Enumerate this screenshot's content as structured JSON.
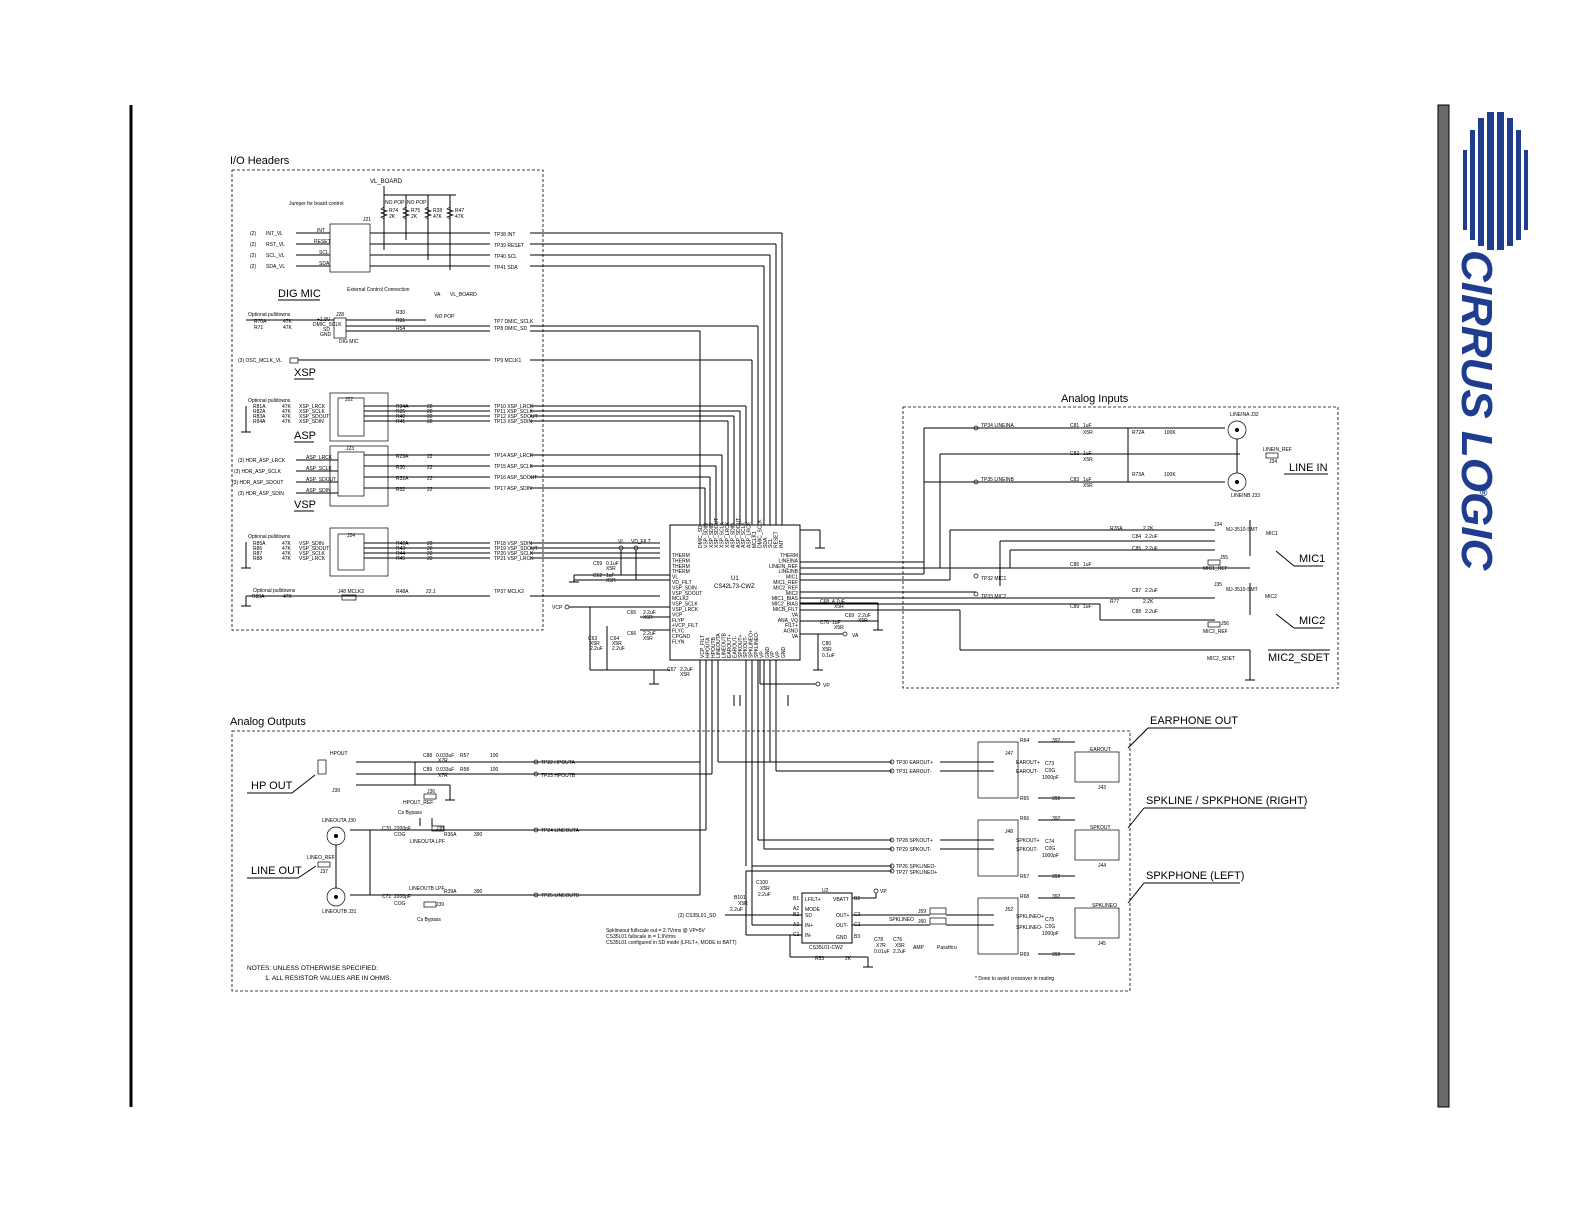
{
  "logo": {
    "text": "CIRRUS LOGIC",
    "mark": "®"
  },
  "sections": {
    "io_headers": "I/O Headers",
    "analog_inputs": "Analog Inputs",
    "analog_outputs": "Analog Outputs"
  },
  "io_headers": {
    "vl_board": "VL_BOARD",
    "jumper_note": "Jumper for board control",
    "ext_control": "External Control Connection",
    "no_pop_a": "NO POP",
    "no_pop_b": "NO POP",
    "r74": "R74",
    "r74v": "2K",
    "r75": "R75",
    "r75v": "2K",
    "r28": "R28",
    "r28v": "47K",
    "r47": "R47",
    "r47v": "47K",
    "j21": "J21",
    "ctrl_nets": [
      "INT_VL",
      "RST_VL",
      "SCL_VL",
      "SDA_VL"
    ],
    "ctrl_pins": [
      "INT",
      "RESET",
      "SCL",
      "SDA"
    ],
    "ctrl_tps": [
      "TP38 INT",
      "TP39 RESET",
      "TP40 SCL",
      "TP41 SDA"
    ],
    "dig_mic": "DIG MIC",
    "dig_mic_conn": "DIG MIC",
    "j28": "J28",
    "va": "VA",
    "vl_board2": "VL_BOARD",
    "no_pop_dm": "NO POP",
    "dm_pins": [
      "+1.8V",
      "DMIC_SCLK",
      "SD",
      "GND"
    ],
    "dm_res": [
      "R30",
      "R31",
      "R54"
    ],
    "optional_pulldowns": "Optional pulldowns",
    "dm_pd": [
      [
        "R70A",
        "47K"
      ],
      [
        "R71",
        "47K"
      ]
    ],
    "dm_tps": [
      "TP7 DMIC_SCLK",
      "TP8 DMIC_SD"
    ],
    "osc": "(3) OSC_MCLK_VL",
    "tp_mclk": "TP9 MCLK1",
    "xsp": "XSP",
    "j22": "J22",
    "xsp_pd": [
      [
        "R81A",
        "47K",
        "XSP_LRCK"
      ],
      [
        "R82A",
        "47K",
        "XSP_SCLK"
      ],
      [
        "R83A",
        "47K",
        "XSP_SDOUT"
      ],
      [
        "R84A",
        "47K",
        "XSP_SDIN"
      ]
    ],
    "xsp_res": [
      [
        "R34A",
        "22"
      ],
      [
        "R35",
        "22"
      ],
      [
        "R40",
        "22"
      ],
      [
        "R41",
        "22"
      ]
    ],
    "xsp_tps": [
      "TP10 XSP_LRCK",
      "TP11 XSP_SCLK",
      "TP12 XSP_SDOUT",
      "TP13 XSP_SDIN"
    ],
    "asp": "ASP",
    "j23": "J23",
    "asp_nets": [
      "(3) HDR_ASP_LRCK",
      "(3) HDR_ASP_SCLK",
      "(3) HDR_ASP_SDOUT",
      "(3) HDR_ASP_SDIN"
    ],
    "asp_pins": [
      "ASP_LRCK",
      "ASP_SCLK",
      "ASP_SDOUT",
      "ASP_SDIN"
    ],
    "asp_res": [
      [
        "R29A",
        "22"
      ],
      [
        "R30",
        "22"
      ],
      [
        "R31A",
        "22"
      ],
      [
        "R32",
        "22"
      ]
    ],
    "asp_tps": [
      "TP14 ASP_LRCK",
      "TP15 ASP_SCLK",
      "TP16 ASP_SDOUT",
      "TP17 ASP_SDIN"
    ],
    "vsp": "VSP",
    "j24": "J24",
    "vsp_pd": [
      [
        "R85A",
        "47K",
        "VSP_SDIN"
      ],
      [
        "R86",
        "47K",
        "VSP_SDOUT"
      ],
      [
        "R87",
        "47K",
        "VSP_SCLK"
      ],
      [
        "R88",
        "47K",
        "VSP_LRCK"
      ]
    ],
    "vsp_res": [
      [
        "R42A",
        "22"
      ],
      [
        "R43",
        "22"
      ],
      [
        "R44",
        "22"
      ],
      [
        "R45",
        "22"
      ]
    ],
    "vsp_tps": [
      "TP18 VSP_SDIN",
      "TP19 VSP_SDOUT",
      "TP20 VSP_SCLK",
      "TP21 VSP_LRCK"
    ],
    "mclk2_pd": "Optional pulldowns",
    "r89": "R89A",
    "r89v": "47K",
    "j48": "J48 MCLK2",
    "r48": "R48A",
    "r48v": "22.1",
    "tp37": "TP37 MCLK2"
  },
  "ic": {
    "ref": "U1",
    "part": "CS42L73-CWZ",
    "left_pins": [
      "THERM",
      "THERM",
      "THERM",
      "THERM",
      "VL",
      "VD_FILT",
      "VSP_SDIN",
      "VSP_SDOUT",
      "MCLK2",
      "VSP_SCLK",
      "VSP_LRCK",
      "VCP",
      "FLYP",
      "+VCP_FILT",
      "FLYC",
      "CPGND",
      "FLYN"
    ],
    "top_pins": [
      "DMIC_SD",
      "VSP_SDIN",
      "XSP_SDIN",
      "XSP_SDOUT",
      "XSP_SCLK",
      "XSP_LRCK",
      "ASP_SDIN",
      "ASP_SDOUT",
      "ASP_SCLK",
      "ASP_LRCK",
      "MCLK1",
      "DMIC_SCLK",
      "SDA",
      "SCL",
      "RESET",
      "INT"
    ],
    "right_pins": [
      "THERM",
      "LINEINA",
      "LINEIN_REF",
      "LINEINB",
      "MIC1",
      "MIC1_REF",
      "MIC2_REF",
      "MIC2",
      "MIC1_BIAS",
      "MIC2_BIAS",
      "MICB_FILT",
      "VA",
      "ANA_VQ",
      "FILT+",
      "AGND",
      "VA"
    ],
    "bottom_pins": [
      "VCP_FILT",
      "HPOUTA",
      "HPOUTB",
      "LINEOUTA",
      "LINEOUTB",
      "EAROUT+",
      "EAROUT-",
      "SPKOUT+",
      "SPKOUT-",
      "SPKLINEO+",
      "SPKLINEO-",
      "VP",
      "GND",
      "VP",
      "VP",
      "GND"
    ],
    "vl": "VL",
    "vd_filt": "VD_FILT",
    "vcp": "VCP",
    "vp": "VP",
    "va": "VA",
    "caps": [
      [
        "C59",
        "0.1uF",
        "X5R"
      ],
      [
        "C62",
        "1uF",
        "X5R"
      ],
      [
        "C65",
        "2.2uF",
        "X5R"
      ],
      [
        "C66",
        "2.2uF",
        "X5R"
      ],
      [
        "C63",
        "2.2uF",
        "X5R"
      ],
      [
        "C64",
        "2.2uF",
        "X5R"
      ],
      [
        "C67",
        "2.2uF",
        "X5R"
      ],
      [
        "C68",
        "4.7uF",
        "X5R"
      ],
      [
        "C69",
        "2.2uF",
        "X5R"
      ],
      [
        "C70",
        "1uF",
        "X5R"
      ],
      [
        "C80",
        "0.1uF",
        "X5R"
      ]
    ]
  },
  "analog_inputs": {
    "tp34": "TP34 LINEINA",
    "tp35": "TP35 LINEINB",
    "caps": [
      [
        "C81",
        "1uF",
        "X5R"
      ],
      [
        "C82",
        "1uF",
        "X5R"
      ],
      [
        "C83",
        "1uF",
        "X5R"
      ]
    ],
    "r72a": "R72A",
    "r72v": "100K",
    "r73a": "R73A",
    "r73v": "100K",
    "j32": "LINEINA J32",
    "j33": "LINEINB J33",
    "j34": "J34",
    "linein_ref": "LINEIN_REF",
    "line_in": "LINE IN",
    "r76a": "R76A",
    "r76v": "2.2K",
    "j34b": "J34",
    "mic1_part": "MJ-3510-SMT",
    "mic1": "MIC1",
    "c84": "C84",
    "c84v": "2.2uF",
    "c85": "C85",
    "c85v": "2.2uF",
    "c86": "C86",
    "c86v": "1uF",
    "j55": "J55",
    "mic1_ref": "MIC1_REF",
    "tp32": "TP32 MIC1",
    "tp33": "TP33 MIC2",
    "j35": "J35",
    "mic2_part": "MJ-3510-SMT",
    "mic2": "MIC2",
    "c87": "C87",
    "c87v": "2.2uF",
    "r77": "R77",
    "r77v": "2.2K",
    "c88": "C88",
    "c88v": "2.2uF",
    "c89": "C89",
    "c89v": "1uF",
    "j56": "J56",
    "mic2_ref": "MIC2_REF",
    "mic2_sdet": "MIC2_SDET",
    "mic1_label": "MIC1",
    "mic2_label": "MIC2",
    "mic2_sdet_label": "MIC2_SDET"
  },
  "analog_outputs": {
    "hpout": "HPOUT",
    "j39": "J39",
    "hp_out": "HP OUT",
    "c88": "C88",
    "c88v": "0.033uF",
    "c88t": "X7R",
    "r57": "R57",
    "r57v": "100",
    "c89": "C89",
    "c89v": "0.033uF",
    "c89t": "X7R",
    "r58": "R58",
    "r58v": "100",
    "tp22": "TP22 HPOUTA",
    "tp23": "TP23 HPOUTB",
    "j36": "J36",
    "hpout_ref": "HPOUT_REF",
    "cs_bypass_a": "Cs Bypass",
    "c70": "C70",
    "c70v": "2200pF",
    "c70t": "COG",
    "j38": "J38",
    "lineouta_lpf": "LINEOUTA LPF",
    "r36": "R36A",
    "r36v": "390",
    "tp24": "TP24 LINEOUTA",
    "lineouta": "LINEOUTA J30",
    "lineo_ref": "LINEO_REF",
    "j37": "J37",
    "line_out": "LINE OUT",
    "lineoutb_lpf": "LINEOUTB LPF",
    "c71": "C71",
    "c71v": "2200pF",
    "c71t": "COG",
    "r39": "R39A",
    "r39v": "390",
    "j39b": "J39",
    "cs_bypass_b": "Cs Bypass",
    "tp25": "TP25 LINEOUTB",
    "lineoutb": "LINEOUTB J31",
    "earphone_out": "EARPHONE OUT",
    "tp30": "TP30 EAROUT+",
    "tp31": "TP31 EAROUT-",
    "j47": "J47",
    "r64": "R64",
    "r64v": "392",
    "r65": "R65",
    "r65v": "392",
    "c73": "C73",
    "c73t": "C0G",
    "c73v": "1000pF",
    "earout": "EAROUT",
    "earout_pins": [
      "EAROUT+",
      "EAROUT-"
    ],
    "j43": "J43",
    "spkline_right": "SPKLINE / SPKPHONE (RIGHT)",
    "tp28": "TP28 SPKOUT+",
    "tp29": "TP29 SPKOUT-",
    "j48": "J48",
    "r66": "R66",
    "r66v": "392",
    "r67": "R67",
    "r67v": "392",
    "c74": "C74",
    "c74t": "C0G",
    "c74v": "1000pF",
    "spkout": "SPKOUT",
    "spkout_pins": [
      "SPKOUT+",
      "SPKOUT-"
    ],
    "j44": "J44",
    "spkphone_left": "SPKPHONE (LEFT)",
    "tp26": "TP26 SPKLINEO-",
    "tp27": "TP27 SPKLINEO+",
    "u2": "U2",
    "u2_part": "CS35L01-CWZ",
    "u2_pins_left": [
      "LFILT+",
      "MODE",
      "SD",
      "IN+",
      "IN-"
    ],
    "u2_pins_right": [
      "VBATT",
      "OUT+",
      "OUT-",
      "GND"
    ],
    "u2_pin_nums_left": [
      "B1",
      "A2",
      "B2",
      "A3",
      "C1"
    ],
    "u2_pin_nums_right": [
      "B2",
      "C3",
      "C2",
      "B3"
    ],
    "c100": "C100",
    "c100t": "X5R",
    "c100v": "2.2uF",
    "b101": "B101",
    "b101t": "X5R",
    "b101v": "2.2uF",
    "cs35": "(2) CS35L01_SD",
    "vp": "VP",
    "c78": "C78",
    "c78t": "X7R",
    "c78v": "0.01uF",
    "c76": "C76",
    "c76t": "X5R",
    "c76v": "2.2uF",
    "r53": "R53",
    "r53v": "2K",
    "spklineo": "SPKLINEO",
    "j59": "J59",
    "j60": "J60",
    "amp": "AMP",
    "passthru": "Passthru",
    "j52": "J52",
    "r68": "R68",
    "r68v": "392",
    "r69": "R69",
    "r69v": "392",
    "c75": "C75",
    "c75t": "C0G",
    "c75v": "1000pF",
    "spklineo_jack": "SPKLINEO",
    "spklineo_pins": [
      "SPKLINEO+",
      "SPKLINEO-"
    ],
    "j45": "J45",
    "spk_notes": [
      "Spklineout fullscale out = 2.7Vrms @ VP=5V",
      "CS35L01 fullscale in = 1.9Vrms",
      "CS35L01 configured in SD mode (LFILT+, MODE to BATT)"
    ],
    "notes_title": "NOTES: UNLESS OTHERWISE SPECIFIED:",
    "notes_1": "1. ALL RESISTOR VALUES ARE IN OHMS.",
    "crossover_note": "* Done to avoid crossover in routing"
  }
}
